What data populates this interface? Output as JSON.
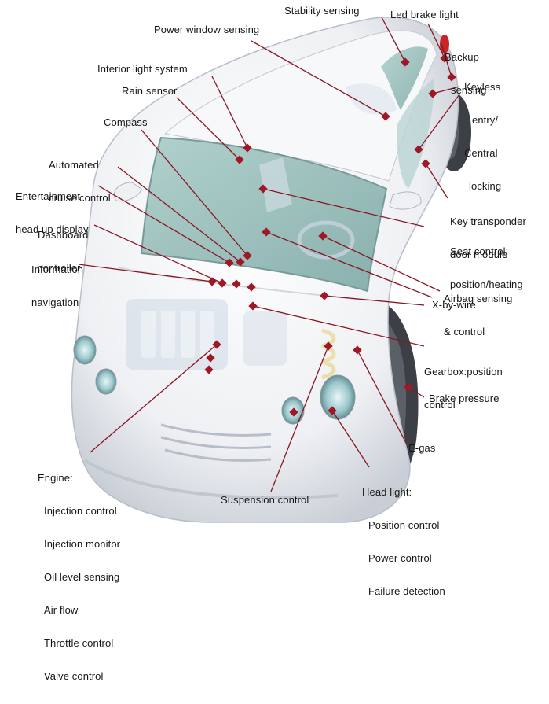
{
  "colors": {
    "leader_line": "#8a1522",
    "marker": "#a01828",
    "label_text": "#161616",
    "body_white": "#f2f4f6",
    "glass": "#8fb8b4",
    "tire": "#3c3f45"
  },
  "labels": {
    "stability_sensing": "Stability sensing",
    "led_brake_light": "Led brake light",
    "backup_sensing": [
      "Backup",
      "sensing"
    ],
    "power_window_sensing": "Power window sensing",
    "keyless_entry": [
      "Keyless",
      "entry/",
      "Central",
      "locking"
    ],
    "interior_light_system": "Interior light system",
    "rain_sensor": "Rain sensor",
    "compass": "Compass",
    "automated_cruise_control": [
      "Automated",
      "cruise control"
    ],
    "entertainment_hud": [
      "Entertainment",
      "head up display"
    ],
    "dashboard_controller": [
      "Dashboard",
      "controller"
    ],
    "information_navigation": [
      "Information",
      "navigation"
    ],
    "key_transponder": [
      "Key transponder",
      "door module"
    ],
    "seat_control": [
      "Seat control:",
      "position/heating"
    ],
    "airbag_sensing": [
      "Airbag sensing",
      "& control"
    ],
    "x_by_wire": "X-by-wire",
    "gearbox_position_control": [
      "Gearbox:position",
      "control"
    ],
    "brake_pressure": "Brake pressure",
    "e_gas": "E-gas",
    "engine": {
      "title": "Engine:",
      "items": [
        "Injection control",
        "Injection monitor",
        "Oil level sensing",
        "Air flow",
        "Throttle control",
        "Valve control"
      ]
    },
    "suspension_control": "Suspension control",
    "head_light": {
      "title": "Head light:",
      "items": [
        "Position control",
        "Power control",
        "Failure detection"
      ]
    }
  }
}
